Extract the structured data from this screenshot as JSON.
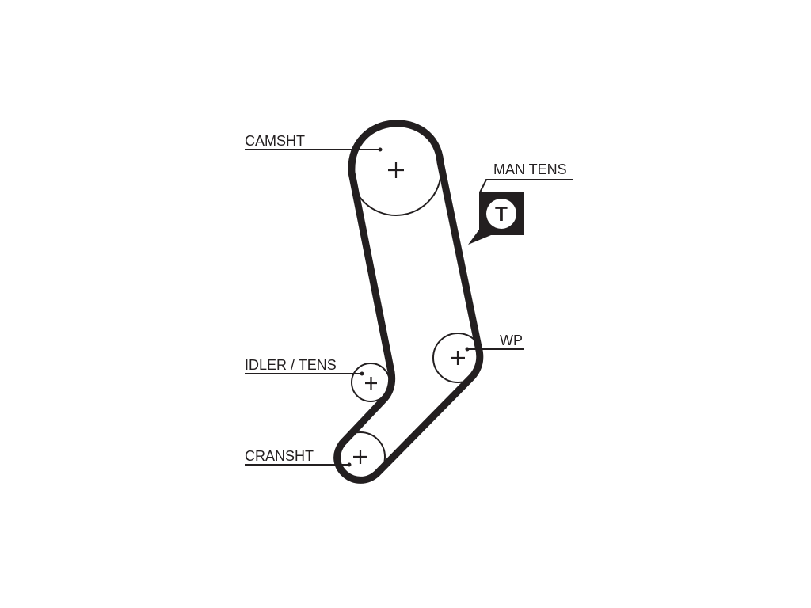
{
  "diagram": {
    "labels": {
      "camshaft": "CAMSHT",
      "manual_tensioner": "MAN TENS",
      "tensioner_symbol": "T",
      "water_pump": "WP",
      "idler_tensioner": "IDLER / TENS",
      "crankshaft": "CRANSHT"
    },
    "colors": {
      "ink": "#231f20",
      "background": "#ffffff"
    }
  }
}
